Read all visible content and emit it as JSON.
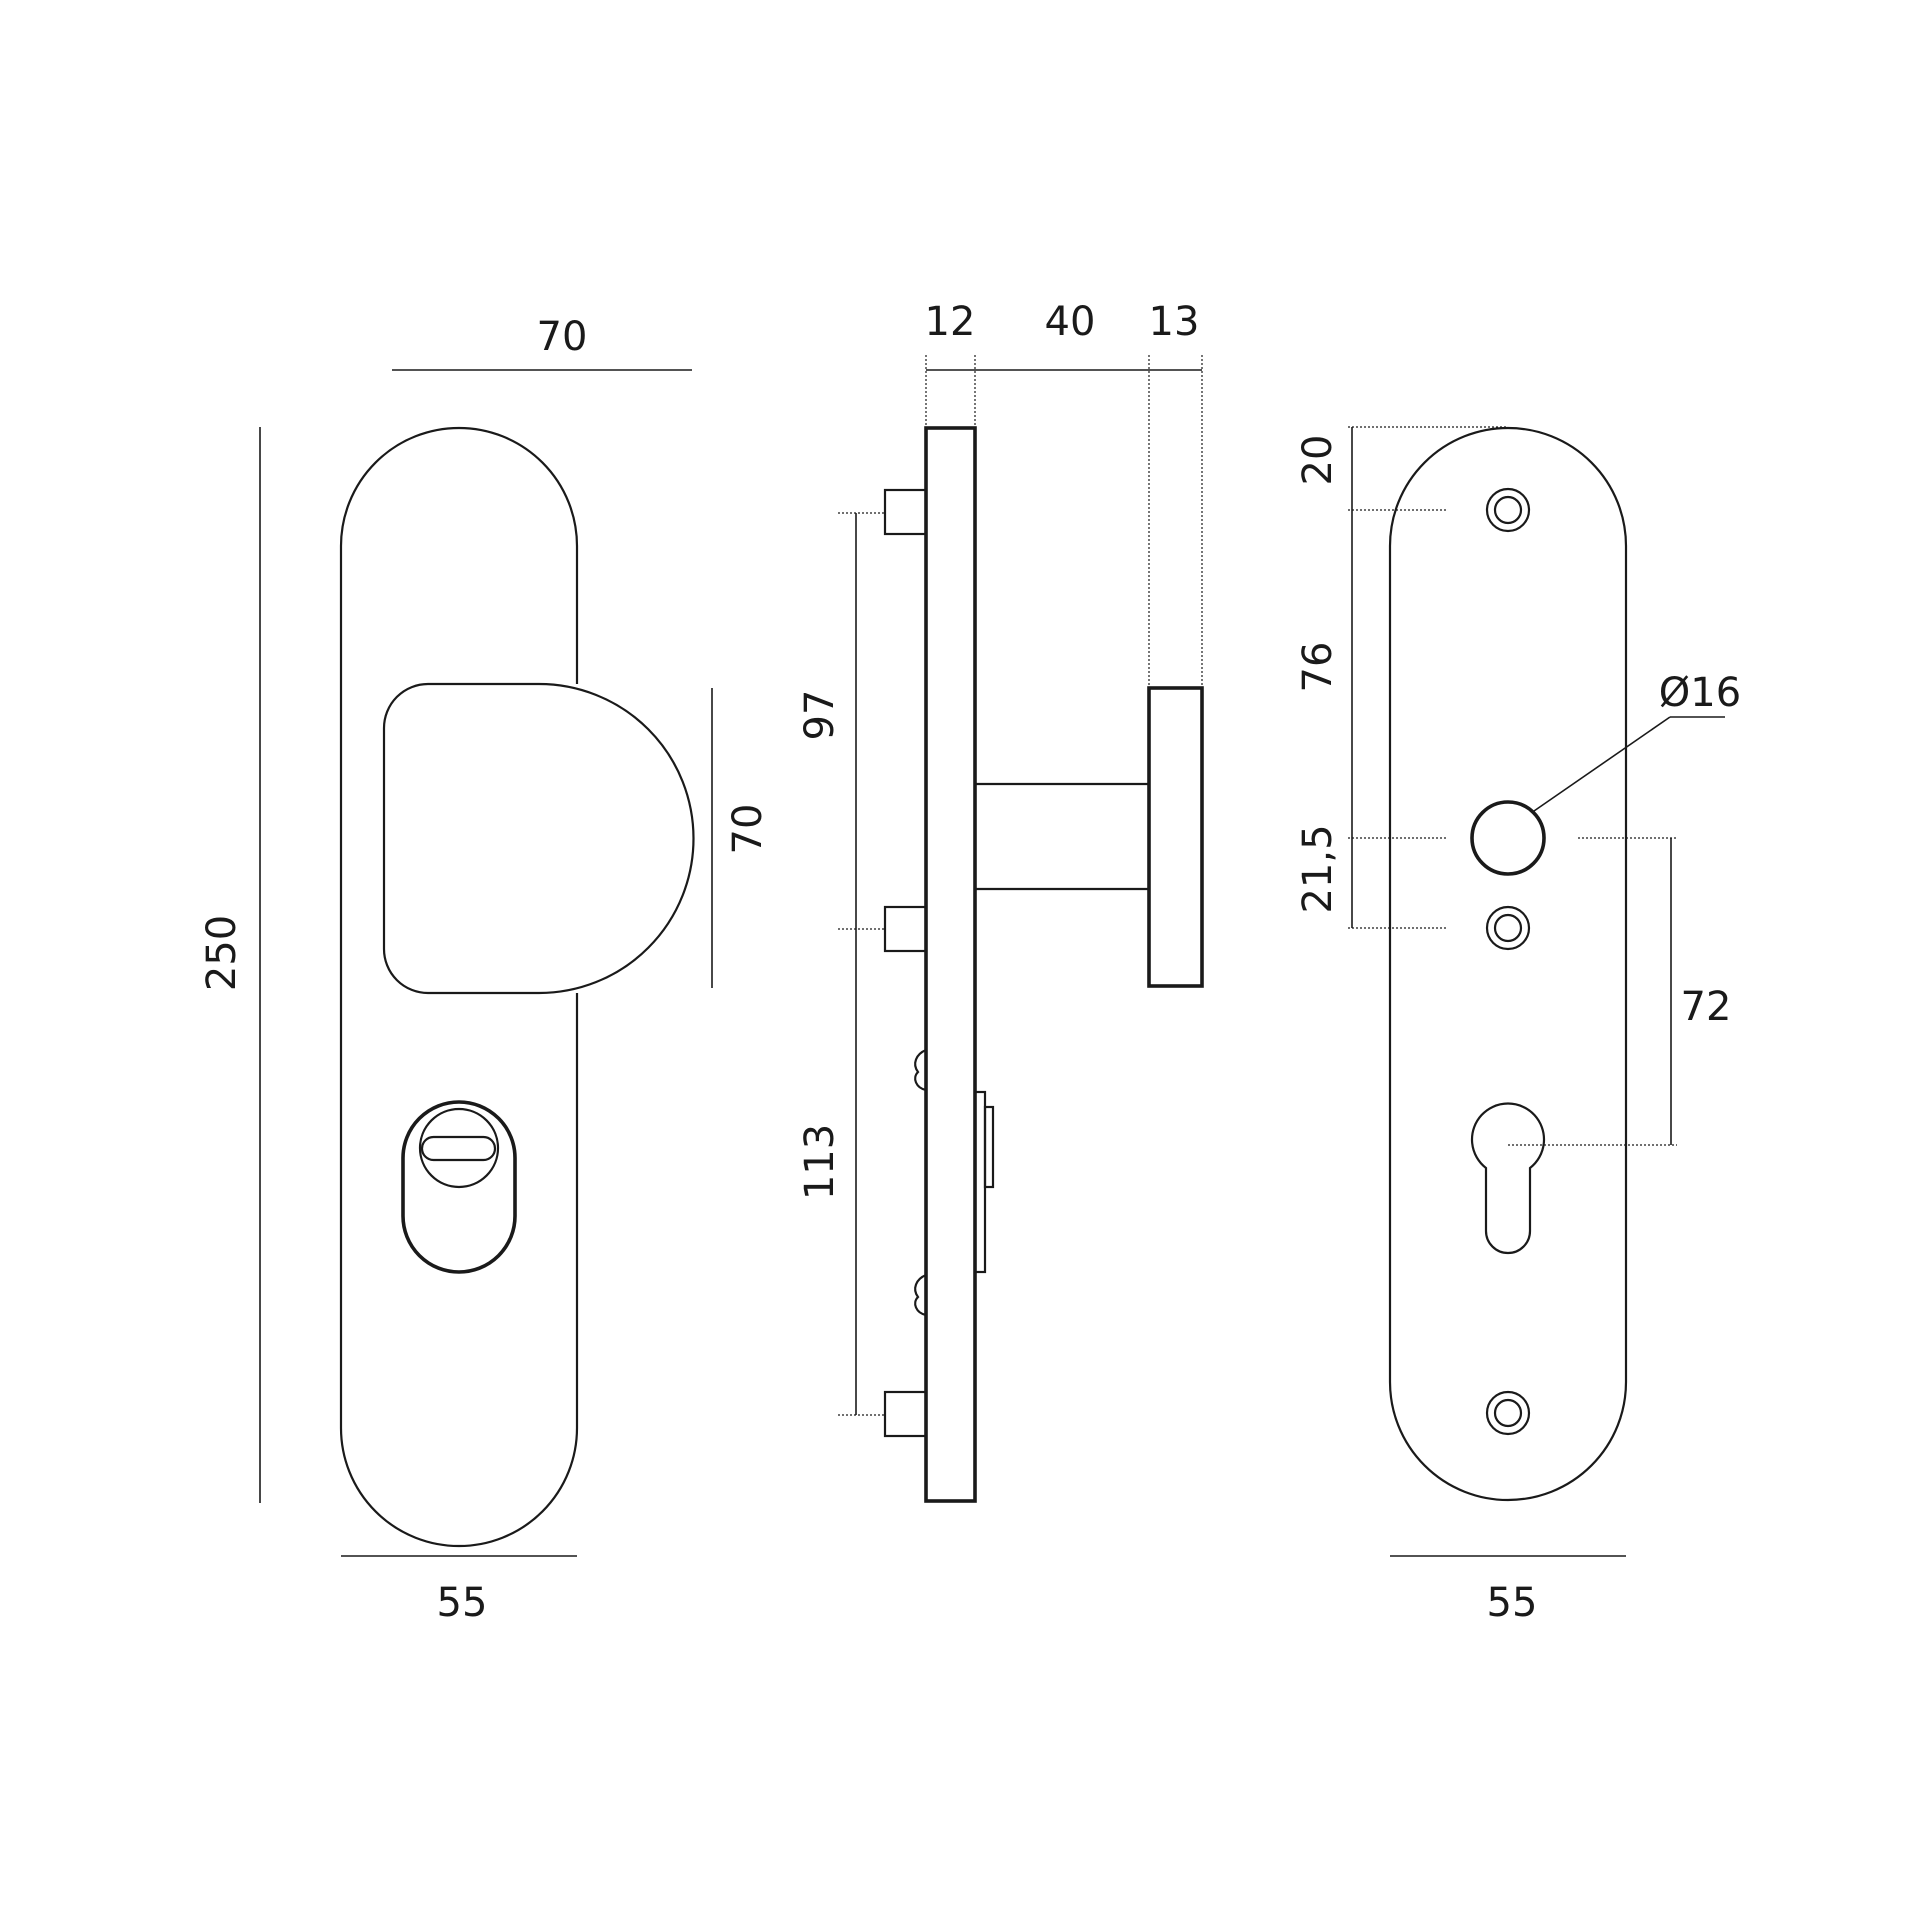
{
  "front_view": {
    "plate_height": "250",
    "plate_width": "55",
    "knob_width": "70",
    "knob_height": "70"
  },
  "side_view": {
    "plate_thickness": "12",
    "knob_projection": "40",
    "knob_thickness": "13",
    "upper_fixing_distance": "97",
    "lower_fixing_distance": "113"
  },
  "back_view": {
    "top_to_first_hole": "20",
    "first_hole_to_spindle": "76",
    "spindle_to_second_hole": "21,5",
    "spindle_diameter": "Ø16",
    "spindle_to_cylinder": "72",
    "plate_width": "55"
  }
}
